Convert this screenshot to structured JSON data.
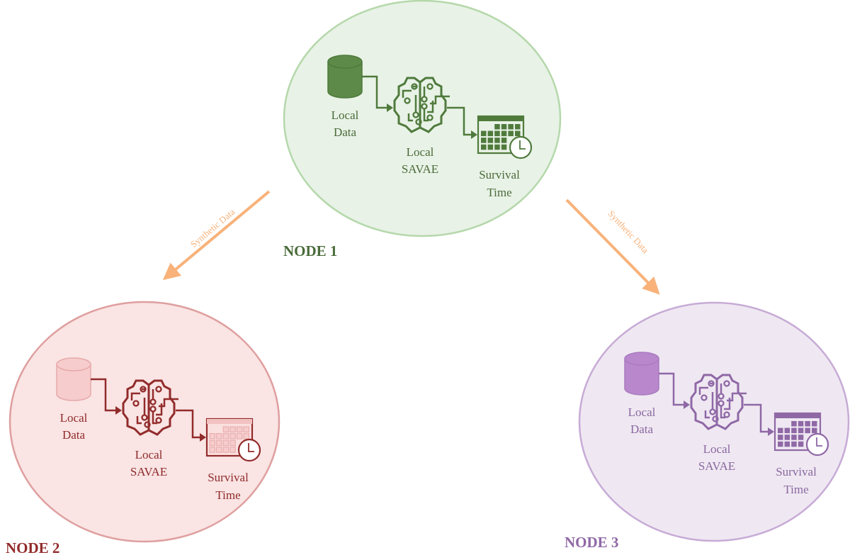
{
  "diagram": {
    "nodes": [
      {
        "id": "node1",
        "title": "NODE 1",
        "colors": {
          "fill": "#e8f2e6",
          "border": "#b5d8ab",
          "icon": "#4f7a3c",
          "text": "#4a6b3a",
          "title": "#4a6b3a",
          "data_fill": "#5d8a48",
          "data_stroke": "#4f7a3c",
          "calendar_cell": "#4f7a3c"
        },
        "data_label": [
          "Local",
          "Data"
        ],
        "model_label": [
          "Local",
          "SAVAE"
        ],
        "output_label": [
          "Survival",
          "Time"
        ]
      },
      {
        "id": "node2",
        "title": "NODE 2",
        "colors": {
          "fill": "#fae4e4",
          "border": "#df9f9f",
          "icon": "#922b2b",
          "text": "#8f2a2a",
          "title": "#922b2b",
          "data_fill": "#f6cccc",
          "data_stroke": "#e7a9a9",
          "calendar_cell": "#f6cccc"
        },
        "data_label": [
          "Local",
          "Data"
        ],
        "model_label": [
          "Local",
          "SAVAE"
        ],
        "output_label": [
          "Survival",
          "Time"
        ]
      },
      {
        "id": "node3",
        "title": "NODE 3",
        "colors": {
          "fill": "#efe8f2",
          "border": "#c7abd6",
          "icon": "#8f68a6",
          "text": "#8a67a0",
          "title": "#8f68a6",
          "data_fill": "#b988cc",
          "data_stroke": "#a97bbf",
          "calendar_cell": "#8f68a6"
        },
        "data_label": [
          "Local",
          "Data"
        ],
        "model_label": [
          "Local",
          "SAVAE"
        ],
        "output_label": [
          "Survival",
          "Time"
        ]
      }
    ],
    "edges": [
      {
        "from": "node1",
        "to": "node2",
        "label": "Synthetic Data",
        "color": "#f8b27a"
      },
      {
        "from": "node1",
        "to": "node3",
        "label": "Synthetic Data",
        "color": "#f8b27a"
      }
    ]
  }
}
